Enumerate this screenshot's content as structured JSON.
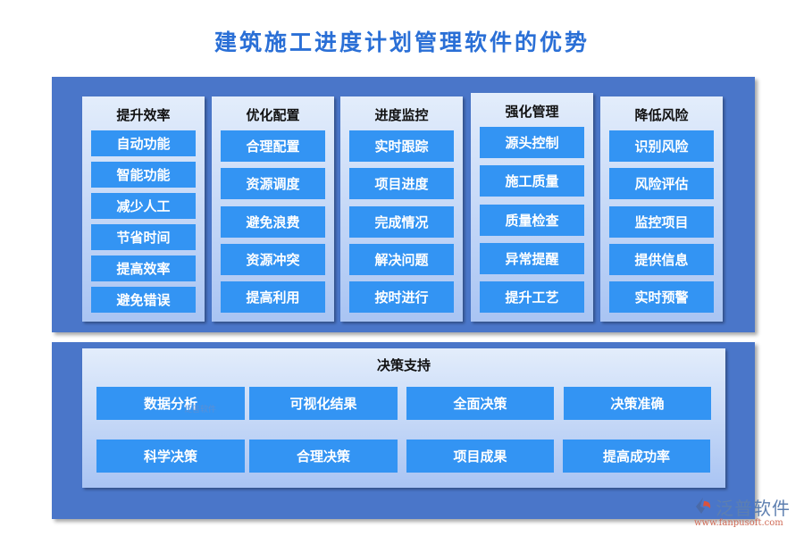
{
  "title": "建筑施工进度计划管理软件的优势",
  "colors": {
    "panel": "#4a76c9",
    "item": "#3394f3",
    "title": "#2a6fd6"
  },
  "columns": [
    {
      "title": "提升效率",
      "items": [
        "自动功能",
        "智能功能",
        "减少人工",
        "节省时间",
        "提高效率",
        "避免错误"
      ]
    },
    {
      "title": "优化配置",
      "items": [
        "合理配置",
        "资源调度",
        "避免浪费",
        "资源冲突",
        "提高利用"
      ]
    },
    {
      "title": "进度监控",
      "items": [
        "实时跟踪",
        "项目进度",
        "完成情况",
        "解决问题",
        "按时进行"
      ]
    },
    {
      "title": "强化管理",
      "items": [
        "源头控制",
        "施工质量",
        "质量检查",
        "异常提醒",
        "提升工艺"
      ]
    },
    {
      "title": "降低风险",
      "items": [
        "识别风险",
        "风险评估",
        "监控项目",
        "提供信息",
        "实时预警"
      ]
    }
  ],
  "decision": {
    "title": "决策支持",
    "items": [
      "数据分析",
      "可视化结果",
      "全面决策",
      "决策准确",
      "科学决策",
      "合理决策",
      "项目成果",
      "提高成功率"
    ]
  },
  "watermark": "泛普软件",
  "logo": {
    "name": "泛普软件",
    "url": "www.fanpusoft.com"
  }
}
